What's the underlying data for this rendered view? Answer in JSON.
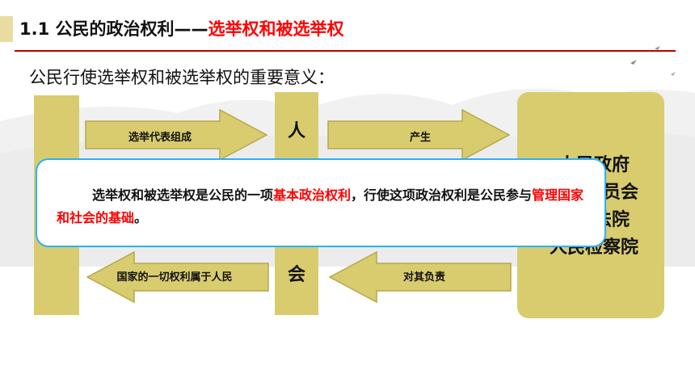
{
  "header": {
    "title_prefix": "1.1 公民的政治权利——",
    "title_highlight": "选举权和被选举权"
  },
  "subtitle": "公民行使选举权和被选举权的重要意义：",
  "diagram": {
    "middle_box_chars": [
      "人",
      "会"
    ],
    "right_box_lines": [
      "人民政府",
      "监察委员会",
      "人民法院",
      "人民检察院"
    ],
    "arrows": {
      "top_left": "选举代表组成",
      "top_right": "产生",
      "bottom_left": "国家的一切权利属于人民",
      "bottom_right": "对其负责"
    }
  },
  "callout": {
    "part1": "选举权和被选举权是公民的一项",
    "highlight1": "基本政治权利",
    "part2": "，行使这项政治权利是公民参与",
    "highlight2": "管理国家和社会的基础",
    "part3": "。"
  },
  "colors": {
    "box_fill": "#d8cc6e",
    "callout_border": "#2ab0ff",
    "highlight": "#ff0000",
    "title_rule": "#c00000"
  }
}
